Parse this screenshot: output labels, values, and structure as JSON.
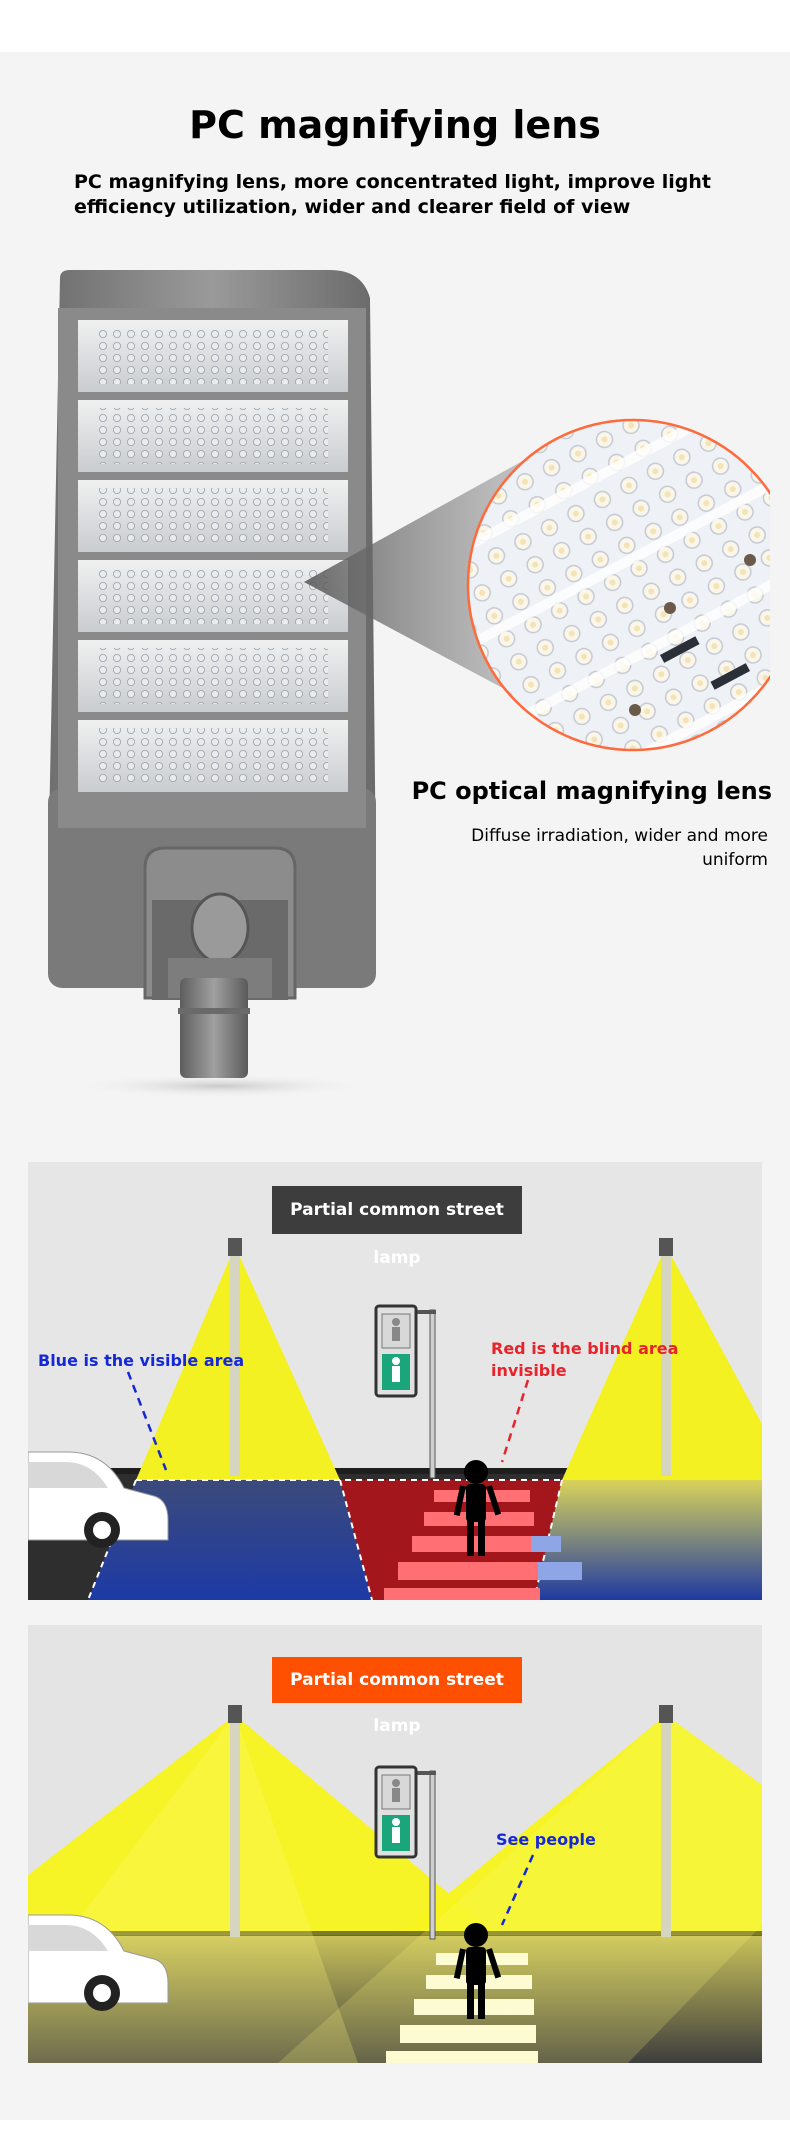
{
  "header": {
    "title": "PC magnifying lens",
    "subtitle": "PC magnifying lens, more concentrated light, improve light efficiency utilization, wider and clearer field of view"
  },
  "lens_callout": {
    "title": "PC optical magnifying lens",
    "description": "Diffuse irradiation, wider and more uniform"
  },
  "scene_partial": {
    "badge": "Partial common street lamp",
    "visible_label": "Blue is the visible area",
    "blind_label": "Red is the blind area invisible"
  },
  "scene_full": {
    "badge": "Partial common street lamp",
    "people_label": "See people"
  },
  "colors": {
    "badge_dark": "#3d3d3d",
    "badge_orange": "#ff4f00",
    "light_yellow": "#f5f223",
    "visible_blue": "#1f3aa0",
    "blind_red": "#a3161c",
    "label_blue": "#1428d6",
    "label_red": "#e8232b",
    "sky_grey": "#e6e6e6",
    "lens_outline": "#ff6a3d"
  },
  "icons": {
    "pedestrian": "pedestrian-silhouette-icon",
    "car": "car-icon",
    "traffic_light": "pedestrian-traffic-light-icon",
    "street_light": "street-light-icon"
  }
}
